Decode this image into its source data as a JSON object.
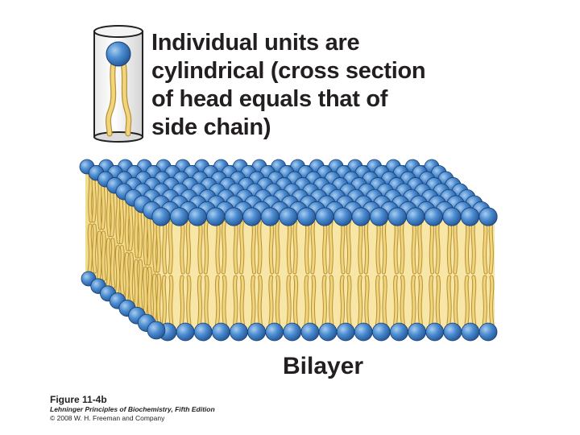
{
  "heading_lines": [
    "Individual units are",
    "cylindrical (cross section",
    "of head equals that of",
    "side chain)"
  ],
  "structure_label": "Bilayer",
  "figure_label": "Figure 11-4b",
  "book_title": "Lehninger Principles of Biochemistry, Fifth Edition",
  "copyright": "© 2008 W. H. Freeman and Company",
  "colors": {
    "head_fill": "#3d7fc4",
    "head_highlight": "#a9cdf0",
    "tail_fill": "#f0d57a",
    "tail_stroke": "#b8913a",
    "core_fill": "#f7e6a6",
    "text": "#231f20"
  }
}
